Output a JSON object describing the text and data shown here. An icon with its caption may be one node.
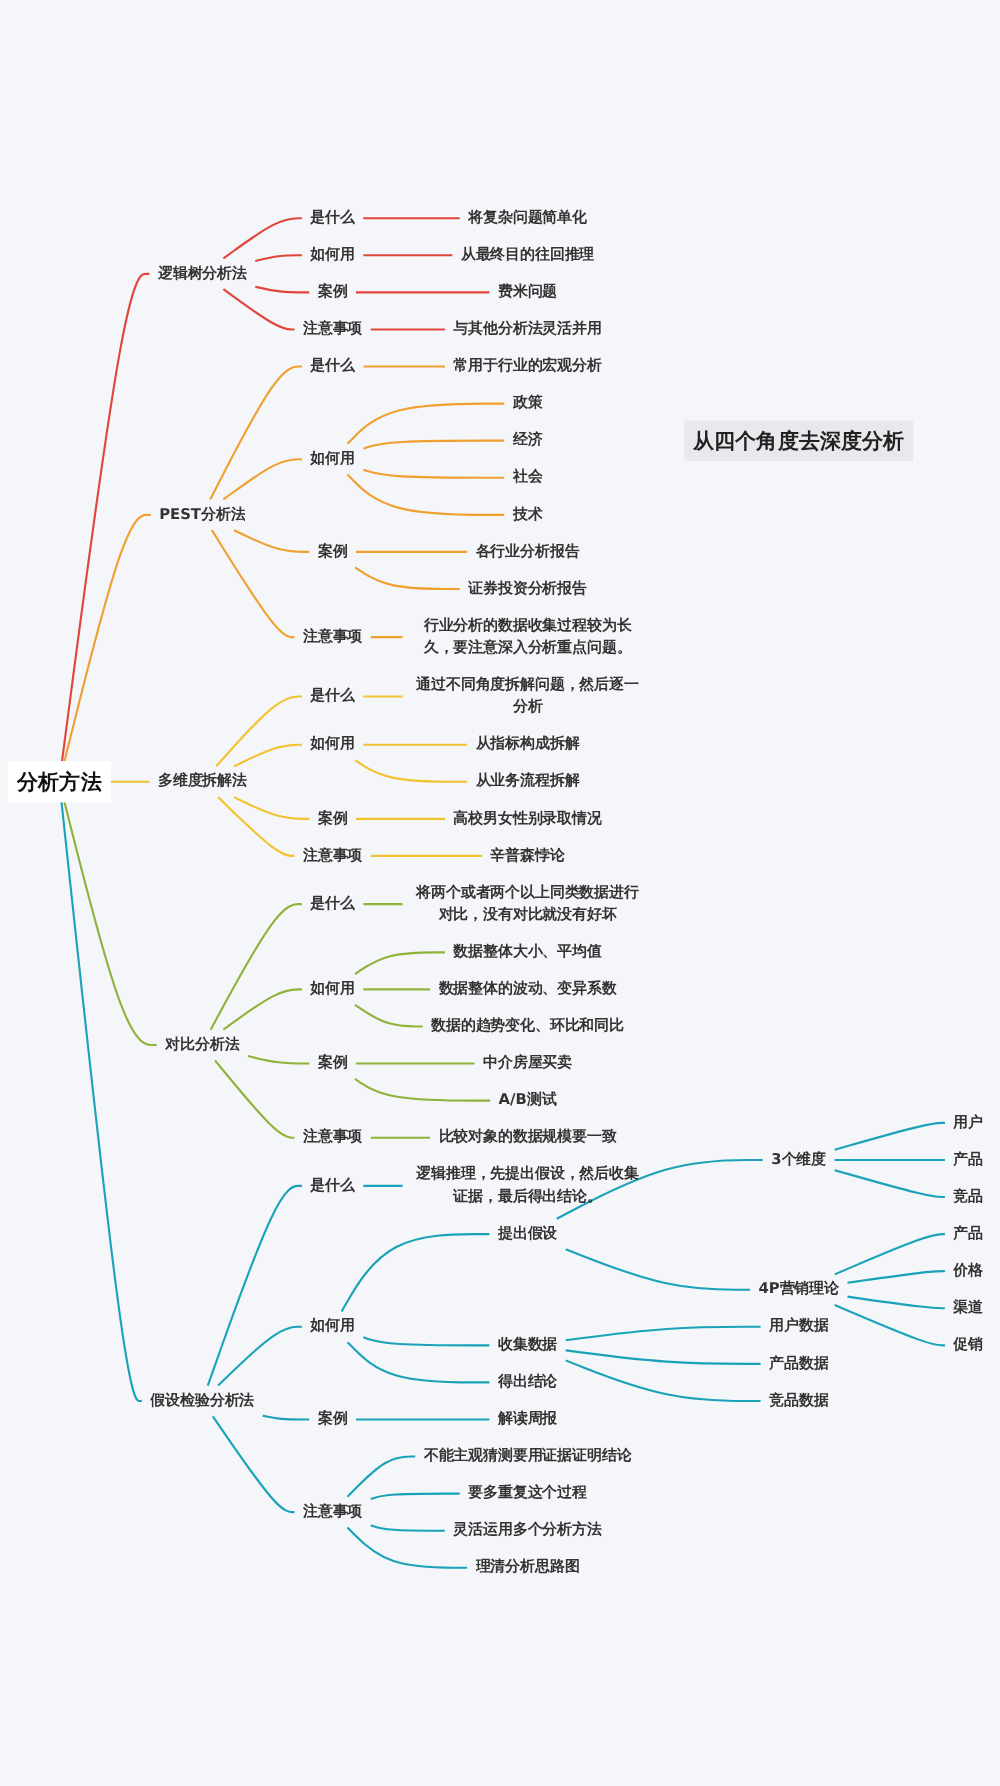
{
  "diagram": {
    "nodes": [
      {
        "text": [
          "分析方法"
        ]
      },
      {
        "text": [
          "逻辑树分析法"
        ]
      },
      {
        "text": [
          "是什么"
        ]
      },
      {
        "text": [
          "将复杂问题简单化"
        ]
      },
      {
        "text": [
          "如何用"
        ]
      },
      {
        "text": [
          "从最终目的往回推理"
        ]
      },
      {
        "text": [
          "案例"
        ]
      },
      {
        "text": [
          "费米问题"
        ]
      },
      {
        "text": [
          "注意事项"
        ]
      },
      {
        "text": [
          "与其他分析法灵活并用"
        ]
      },
      {
        "text": [
          "PEST分析法"
        ]
      },
      {
        "text": [
          "是什么"
        ]
      },
      {
        "text": [
          "常用于行业的宏观分析"
        ]
      },
      {
        "text": [
          "如何用"
        ]
      },
      {
        "text": [
          "政策"
        ]
      },
      {
        "text": [
          "经济"
        ]
      },
      {
        "text": [
          "社会"
        ]
      },
      {
        "text": [
          "技术"
        ]
      },
      {
        "text": [
          "从四个角度去深度分析"
        ]
      },
      {
        "text": [
          "案例"
        ]
      },
      {
        "text": [
          "各行业分析报告"
        ]
      },
      {
        "text": [
          "证券投资分析报告"
        ]
      },
      {
        "text": [
          "注意事项"
        ]
      },
      {
        "text": [
          "行业分析的数据收集过程较为长久，要注意深入分析重点问题。"
        ]
      },
      {
        "text": [
          "多维度拆解法"
        ]
      },
      {
        "text": [
          "是什么"
        ]
      },
      {
        "text": [
          "通过不同角度拆解问题，然后逐一分析"
        ]
      },
      {
        "text": [
          "如何用"
        ]
      },
      {
        "text": [
          "从指标构成拆解"
        ]
      },
      {
        "text": [
          "从业务流程拆解"
        ]
      },
      {
        "text": [
          "案例"
        ]
      },
      {
        "text": [
          "高校男女性别录取情况"
        ]
      },
      {
        "text": [
          "注意事项"
        ]
      },
      {
        "text": [
          "辛普森悖论"
        ]
      },
      {
        "text": [
          "对比分析法"
        ]
      },
      {
        "text": [
          "是什么"
        ]
      },
      {
        "text": [
          "将两个或者两个以上同类数据进行对比，没有对比就没有好坏"
        ]
      },
      {
        "text": [
          "如何用"
        ]
      },
      {
        "text": [
          "数据整体大小、平均值"
        ]
      },
      {
        "text": [
          "数据整体的波动、变异系数"
        ]
      },
      {
        "text": [
          "数据的趋势变化、环比和同比"
        ]
      },
      {
        "text": [
          "案例"
        ]
      },
      {
        "text": [
          "中介房屋买卖"
        ]
      },
      {
        "text": [
          "A/B测试"
        ]
      },
      {
        "text": [
          "注意事项"
        ]
      },
      {
        "text": [
          "比较对象的数据规模要一致"
        ]
      },
      {
        "text": [
          "假设检验分析法"
        ]
      },
      {
        "text": [
          "是什么"
        ]
      },
      {
        "text": [
          "逻辑推理，先提出假设，然后收集证据，最后得出结论。"
        ]
      },
      {
        "text": [
          "如何用"
        ]
      },
      {
        "text": [
          "提出假设"
        ]
      },
      {
        "text": [
          "3个维度"
        ]
      },
      {
        "text": [
          "用户"
        ]
      },
      {
        "text": [
          "产品"
        ]
      },
      {
        "text": [
          "竞品"
        ]
      },
      {
        "text": [
          "4P营销理论"
        ]
      },
      {
        "text": [
          "产品"
        ]
      },
      {
        "text": [
          "价格"
        ]
      },
      {
        "text": [
          "渠道"
        ]
      },
      {
        "text": [
          "促销"
        ]
      },
      {
        "text": [
          "收集数据"
        ]
      },
      {
        "text": [
          "用户数据"
        ]
      },
      {
        "text": [
          "产品数据"
        ]
      },
      {
        "text": [
          "竞品数据"
        ]
      },
      {
        "text": [
          "得出结论"
        ]
      },
      {
        "text": [
          "案例"
        ]
      },
      {
        "text": [
          "解读周报"
        ]
      },
      {
        "text": [
          "注意事项"
        ]
      },
      {
        "text": [
          "不能主观猜测要用证据证明结论"
        ]
      },
      {
        "text": [
          "要多重复这个过程"
        ]
      },
      {
        "text": [
          "灵活运用多个分析方法"
        ]
      },
      {
        "text": [
          "理清分析思路图"
        ]
      }
    ],
    "edges": [
      {
        "from": 0,
        "to": 1,
        "arrow": "none",
        "color": "#e0453a"
      },
      {
        "from": 1,
        "to": 2,
        "arrow": "none",
        "color": "#e0453a"
      },
      {
        "from": 2,
        "to": 3,
        "arrow": "none",
        "color": "#e0453a"
      },
      {
        "from": 1,
        "to": 4,
        "arrow": "none",
        "color": "#e0453a"
      },
      {
        "from": 4,
        "to": 5,
        "arrow": "none",
        "color": "#e0453a"
      },
      {
        "from": 1,
        "to": 6,
        "arrow": "none",
        "color": "#e0453a"
      },
      {
        "from": 6,
        "to": 7,
        "arrow": "none",
        "color": "#e0453a"
      },
      {
        "from": 1,
        "to": 8,
        "arrow": "none",
        "color": "#e0453a"
      },
      {
        "from": 8,
        "to": 9,
        "arrow": "none",
        "color": "#e0453a"
      },
      {
        "from": 0,
        "to": 10,
        "arrow": "none",
        "color": "#f0a030"
      },
      {
        "from": 10,
        "to": 11,
        "arrow": "none",
        "color": "#f0a030"
      },
      {
        "from": 11,
        "to": 12,
        "arrow": "none",
        "color": "#f0a030"
      },
      {
        "from": 10,
        "to": 13,
        "arrow": "none",
        "color": "#f0a030"
      },
      {
        "from": 13,
        "to": 14,
        "arrow": "none",
        "color": "#f0a030"
      },
      {
        "from": 13,
        "to": 15,
        "arrow": "none",
        "color": "#f0a030"
      },
      {
        "from": 13,
        "to": 16,
        "arrow": "none",
        "color": "#f0a030"
      },
      {
        "from": 13,
        "to": 17,
        "arrow": "none",
        "color": "#f0a030"
      },
      {
        "from": 10,
        "to": 19,
        "arrow": "none",
        "color": "#f0a030"
      },
      {
        "from": 19,
        "to": 20,
        "arrow": "none",
        "color": "#f0a030"
      },
      {
        "from": 19,
        "to": 21,
        "arrow": "none",
        "color": "#f0a030"
      },
      {
        "from": 10,
        "to": 22,
        "arrow": "none",
        "color": "#f0a030"
      },
      {
        "from": 22,
        "to": 23,
        "arrow": "none",
        "color": "#f0a030"
      },
      {
        "from": 0,
        "to": 24,
        "arrow": "none",
        "color": "#f2c230"
      },
      {
        "from": 24,
        "to": 25,
        "arrow": "none",
        "color": "#f2c230"
      },
      {
        "from": 25,
        "to": 26,
        "arrow": "none",
        "color": "#f2c230"
      },
      {
        "from": 24,
        "to": 27,
        "arrow": "none",
        "color": "#f2c230"
      },
      {
        "from": 27,
        "to": 28,
        "arrow": "none",
        "color": "#f2c230"
      },
      {
        "from": 27,
        "to": 29,
        "arrow": "none",
        "color": "#f2c230"
      },
      {
        "from": 24,
        "to": 30,
        "arrow": "none",
        "color": "#f2c230"
      },
      {
        "from": 30,
        "to": 31,
        "arrow": "none",
        "color": "#f2c230"
      },
      {
        "from": 24,
        "to": 32,
        "arrow": "none",
        "color": "#f2c230"
      },
      {
        "from": 32,
        "to": 33,
        "arrow": "none",
        "color": "#f2c230"
      },
      {
        "from": 0,
        "to": 34,
        "arrow": "none",
        "color": "#8db33a"
      },
      {
        "from": 34,
        "to": 35,
        "arrow": "none",
        "color": "#8db33a"
      },
      {
        "from": 35,
        "to": 36,
        "arrow": "none",
        "color": "#8db33a"
      },
      {
        "from": 34,
        "to": 37,
        "arrow": "none",
        "color": "#8db33a"
      },
      {
        "from": 37,
        "to": 38,
        "arrow": "none",
        "color": "#8db33a"
      },
      {
        "from": 37,
        "to": 39,
        "arrow": "none",
        "color": "#8db33a"
      },
      {
        "from": 37,
        "to": 40,
        "arrow": "none",
        "color": "#8db33a"
      },
      {
        "from": 34,
        "to": 41,
        "arrow": "none",
        "color": "#8db33a"
      },
      {
        "from": 41,
        "to": 42,
        "arrow": "none",
        "color": "#8db33a"
      },
      {
        "from": 41,
        "to": 43,
        "arrow": "none",
        "color": "#8db33a"
      },
      {
        "from": 34,
        "to": 44,
        "arrow": "none",
        "color": "#8db33a"
      },
      {
        "from": 44,
        "to": 45,
        "arrow": "none",
        "color": "#8db33a"
      },
      {
        "from": 0,
        "to": 46,
        "arrow": "none",
        "color": "#1aa3b8"
      },
      {
        "from": 46,
        "to": 47,
        "arrow": "none",
        "color": "#1aa3b8"
      },
      {
        "from": 47,
        "to": 48,
        "arrow": "none",
        "color": "#1aa3b8"
      },
      {
        "from": 46,
        "to": 49,
        "arrow": "none",
        "color": "#1aa3b8"
      },
      {
        "from": 49,
        "to": 50,
        "arrow": "none",
        "color": "#1aa3b8"
      },
      {
        "from": 50,
        "to": 51,
        "arrow": "none",
        "color": "#1aa3b8"
      },
      {
        "from": 51,
        "to": 52,
        "arrow": "none",
        "color": "#1aa3b8"
      },
      {
        "from": 51,
        "to": 53,
        "arrow": "none",
        "color": "#1aa3b8"
      },
      {
        "from": 51,
        "to": 54,
        "arrow": "none",
        "color": "#1aa3b8"
      },
      {
        "from": 50,
        "to": 55,
        "arrow": "none",
        "color": "#1aa3b8"
      },
      {
        "from": 55,
        "to": 56,
        "arrow": "none",
        "color": "#1aa3b8"
      },
      {
        "from": 55,
        "to": 57,
        "arrow": "none",
        "color": "#1aa3b8"
      },
      {
        "from": 55,
        "to": 58,
        "arrow": "none",
        "color": "#1aa3b8"
      },
      {
        "from": 55,
        "to": 59,
        "arrow": "none",
        "color": "#1aa3b8"
      },
      {
        "from": 49,
        "to": 60,
        "arrow": "none",
        "color": "#1aa3b8"
      },
      {
        "from": 60,
        "to": 61,
        "arrow": "none",
        "color": "#1aa3b8"
      },
      {
        "from": 60,
        "to": 62,
        "arrow": "none",
        "color": "#1aa3b8"
      },
      {
        "from": 60,
        "to": 63,
        "arrow": "none",
        "color": "#1aa3b8"
      },
      {
        "from": 49,
        "to": 64,
        "arrow": "none",
        "color": "#1aa3b8"
      },
      {
        "from": 46,
        "to": 65,
        "arrow": "none",
        "color": "#1aa3b8"
      },
      {
        "from": 65,
        "to": 66,
        "arrow": "none",
        "color": "#1aa3b8"
      },
      {
        "from": 46,
        "to": 67,
        "arrow": "none",
        "color": "#1aa3b8"
      },
      {
        "from": 67,
        "to": 68,
        "arrow": "none",
        "color": "#1aa3b8"
      },
      {
        "from": 67,
        "to": 69,
        "arrow": "none",
        "color": "#1aa3b8"
      },
      {
        "from": 67,
        "to": 70,
        "arrow": "none",
        "color": "#1aa3b8"
      },
      {
        "from": 67,
        "to": 71,
        "arrow": "none",
        "color": "#1aa3b8"
      }
    ]
  }
}
